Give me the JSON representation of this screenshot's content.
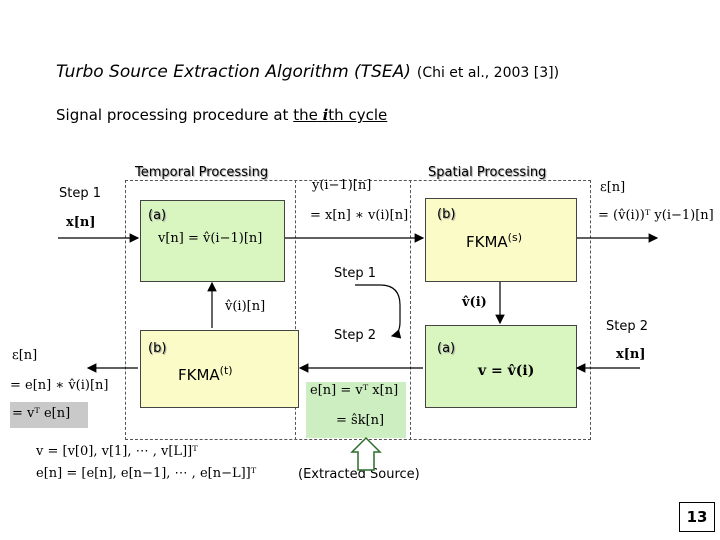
{
  "title": {
    "main": "Turbo Source Extraction Algorithm (TSEA)",
    "citation": "(Chi et al., 2003 [3])"
  },
  "subtitle": {
    "prefix": "Signal processing procedure at",
    "the": "the",
    "i": "i",
    "suffix": "th cycle"
  },
  "labels": {
    "temporal_processing": "Temporal Processing",
    "spatial_processing": "Spatial Processing",
    "step1_left": "Step 1",
    "step1_mid": "Step 1",
    "step2_mid": "Step 2",
    "step2_right": "Step 2",
    "box_a_top": "(a)",
    "box_b_top": "(b)",
    "box_b_bottom": "(b)",
    "box_a_bottom": "(a)",
    "fkma_s": "FKMA",
    "fkma_s_sup": "(s)",
    "fkma_t": "FKMA",
    "fkma_t_sup": "(t)",
    "extracted_source": "(Extracted Source)"
  },
  "equations": {
    "x_input": "x[n]",
    "y_top": "y(i−1)[n]",
    "y_def": "= x[n] ∗ v(i)[n]",
    "eps_top": "ε[n]",
    "eps_def": "= (v̂(i))ᵀ y(i−1)[n]",
    "v_temporal": "v[n] = v̂(i−1)[n]",
    "v_hat_n": "v̂(i)[n]",
    "v_hat_vec": "v̂(i)",
    "v_spatial": "v = v̂(i)",
    "x_right": "x[n]",
    "eps_left": "ε[n]",
    "eps_left_def": "= e[n] ∗ v̂(i)[n]",
    "eps_left_vec": "= vᵀ e[n]",
    "e_def": "e[n] = vᵀ x[n]",
    "s_hat": "= ŝk[n]",
    "v_vector": "v = [v[0], v[1], ⋯ , v[L]]ᵀ",
    "e_vector": "e[n] = [e[n], e[n−1], ⋯ , e[n−L]]ᵀ"
  },
  "page_number": "13",
  "colors": {
    "yellow_box": "#fbfbc8",
    "green_box": "#d9f5c0",
    "grey_highlight": "#c9c9c9"
  }
}
